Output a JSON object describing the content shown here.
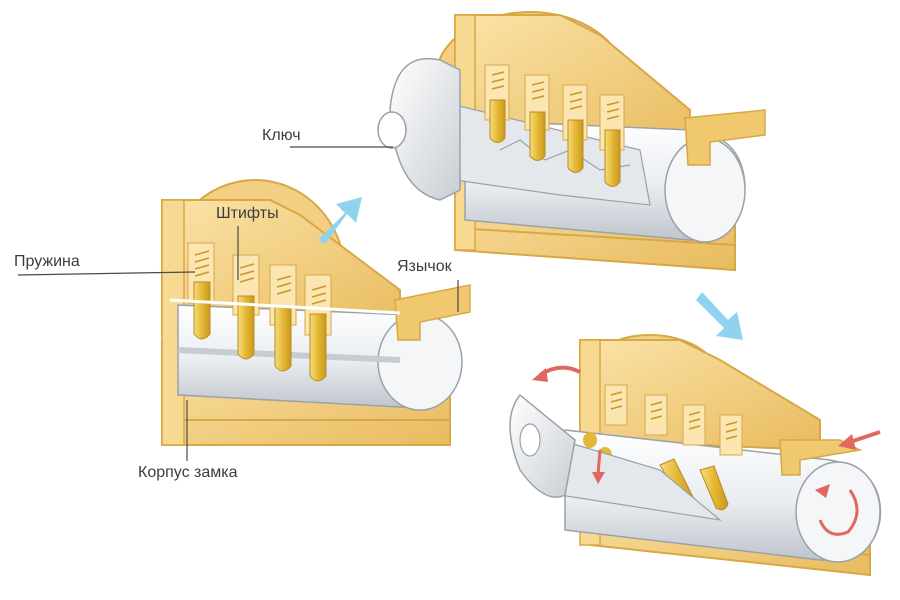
{
  "labels": {
    "key": "Ключ",
    "pins": "Штифты",
    "spring": "Пружина",
    "latch": "Язычок",
    "lock_body": "Корпус замка"
  },
  "colors": {
    "brass": "#f3cf84",
    "brass_dark": "#d8a746",
    "brass_light": "#fbe6b2",
    "pin_gold": "#e2b733",
    "cylinder": "#eef1f4",
    "cylinder_shade": "#c7ccd2",
    "arrow_blue": "#8fd3ee",
    "arrow_red": "#e0685e",
    "label": "#3c3c3c"
  }
}
